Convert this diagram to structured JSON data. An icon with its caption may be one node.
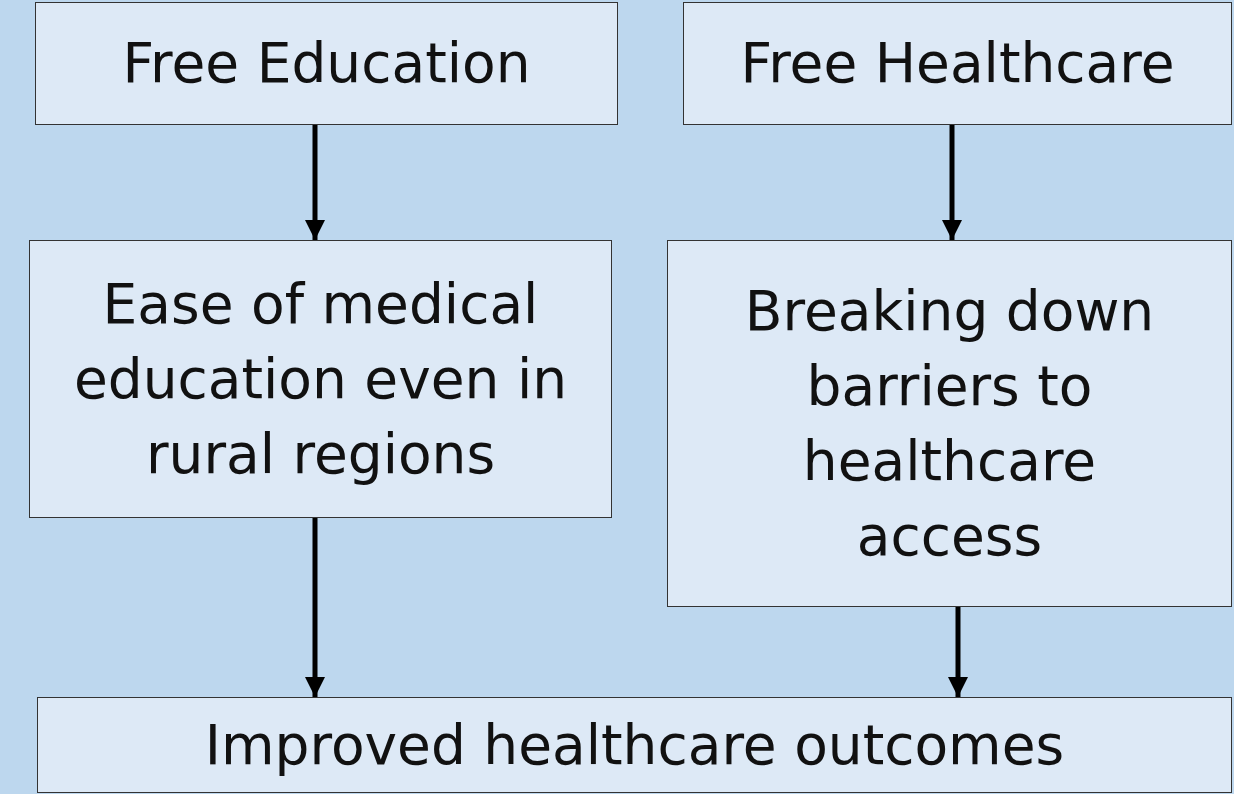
{
  "diagram": {
    "nodes": [
      {
        "text": [
          "Free Education"
        ]
      },
      {
        "text": [
          "Free Healthcare"
        ]
      },
      {
        "text": [
          "Ease of medical education even in rural regions"
        ]
      },
      {
        "text": [
          "Breaking down barriers to healthcare access"
        ]
      },
      {
        "text": [
          "Improved healthcare outcomes"
        ]
      }
    ],
    "edges": [
      {
        "from": 0,
        "to": 2,
        "arrow": "to"
      },
      {
        "from": 1,
        "to": 3,
        "arrow": "to"
      },
      {
        "from": 2,
        "to": 4,
        "arrow": "to"
      },
      {
        "from": 3,
        "to": 4,
        "arrow": "to"
      }
    ]
  }
}
